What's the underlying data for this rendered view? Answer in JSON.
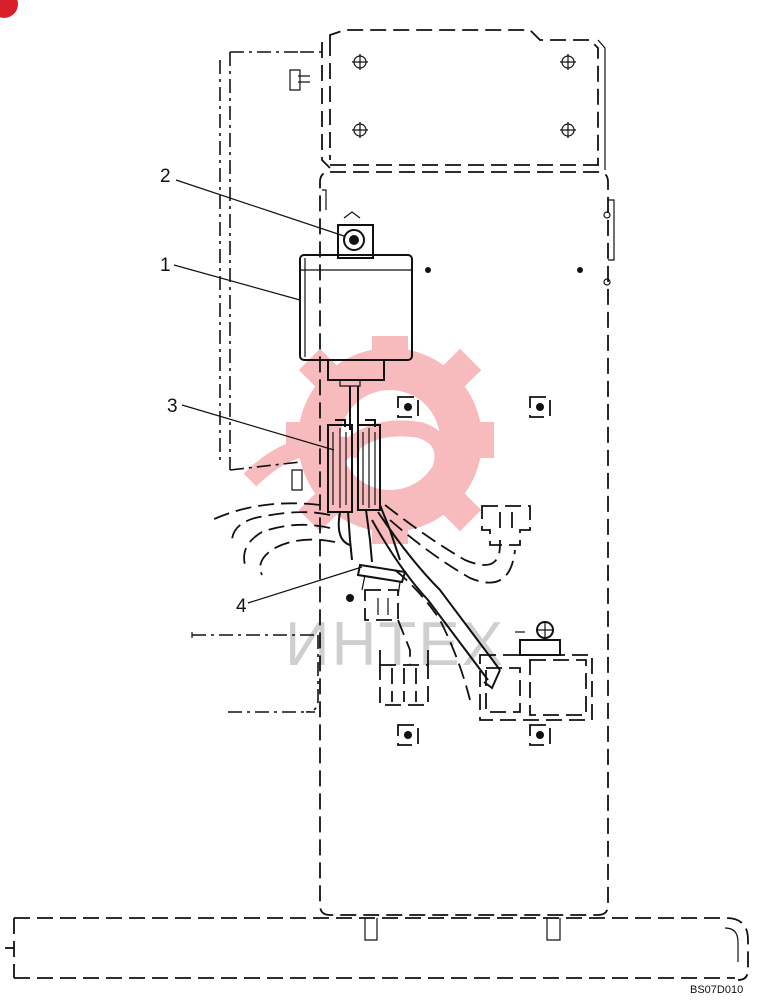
{
  "callouts": [
    {
      "id": "1",
      "label": "1"
    },
    {
      "id": "2",
      "label": "2"
    },
    {
      "id": "3",
      "label": "3"
    },
    {
      "id": "4",
      "label": "4"
    }
  ],
  "drawing_code": "BS07D010",
  "watermark_text": "ИНТЕХ",
  "colors": {
    "line": "#111111",
    "watermark_red": "#e8353a",
    "corner_badge": "#d81f2a"
  }
}
